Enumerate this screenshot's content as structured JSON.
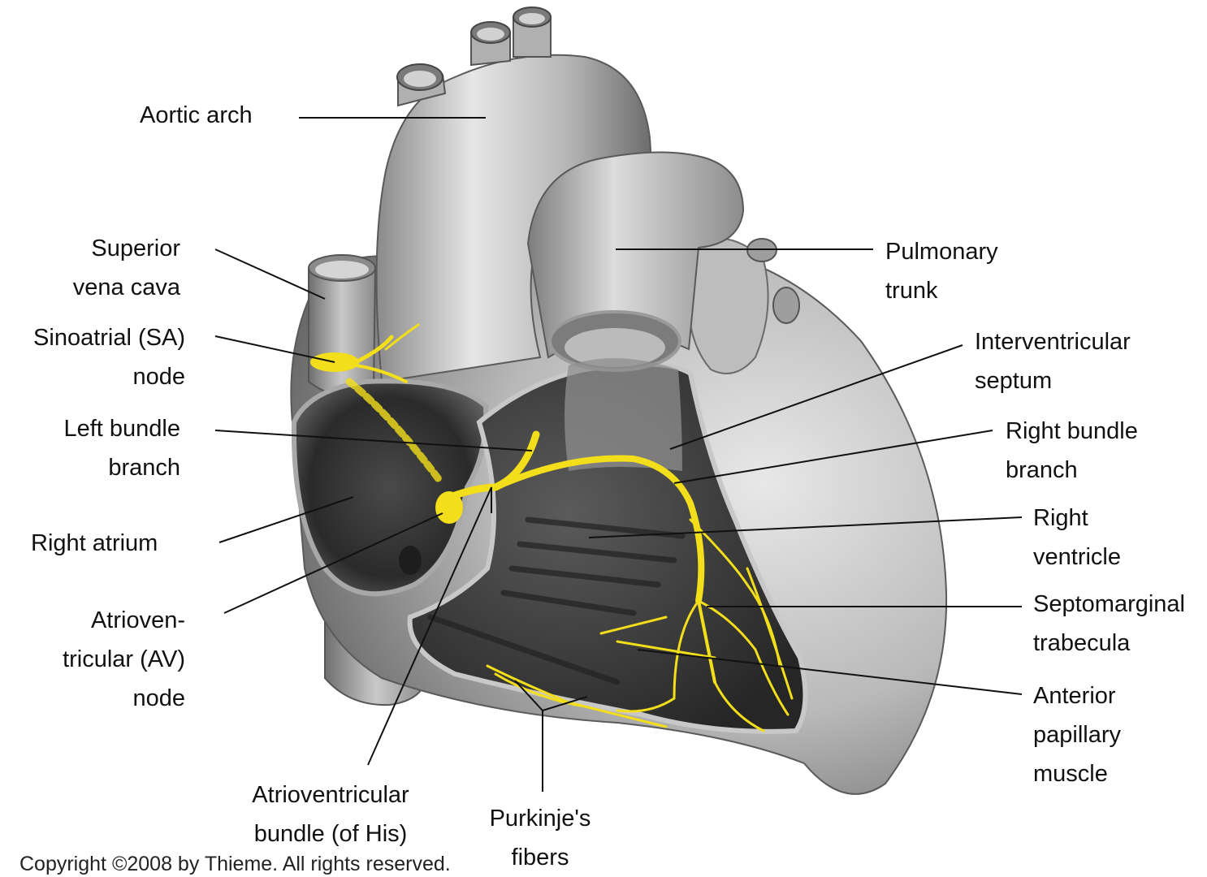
{
  "labels": {
    "aortic_arch": "Aortic arch",
    "superior_vena_cava": [
      "Superior",
      "vena cava"
    ],
    "sa_node": [
      "Sinoatrial (SA)",
      "node"
    ],
    "left_bundle_branch": [
      "Left bundle",
      "branch"
    ],
    "right_atrium": "Right atrium",
    "av_node": [
      "Atrioven-",
      "tricular (AV)",
      "node"
    ],
    "av_bundle": [
      "Atrioventricular",
      "bundle (of His)"
    ],
    "purkinje_fibers": [
      "Purkinje's",
      "fibers"
    ],
    "pulmonary_trunk": [
      "Pulmonary",
      "trunk"
    ],
    "interventricular_septum": [
      "Interventricular",
      "septum"
    ],
    "right_bundle_branch": [
      "Right bundle",
      "branch"
    ],
    "right_ventricle": [
      "Right",
      "ventricle"
    ],
    "septomarginal_trabecula": [
      "Septomarginal",
      "trabecula"
    ],
    "anterior_papillary_muscle": [
      "Anterior",
      "papillary",
      "muscle"
    ]
  },
  "copyright": "Copyright ©2008 by Thieme. All rights reserved.",
  "colors": {
    "conduction_system": "#f2de1a",
    "tissue_dark": "#3a3a3a",
    "tissue_light": "#d8d8d8",
    "leader_line": "#111111"
  }
}
